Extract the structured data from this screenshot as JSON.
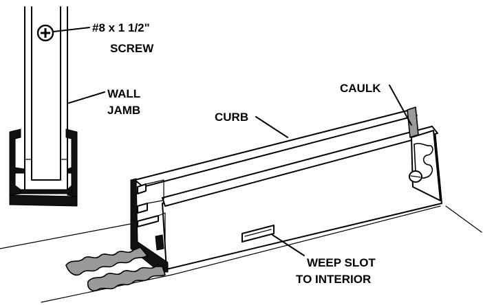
{
  "labels": {
    "screw_line1": "#8 x 1 1/2\"",
    "screw_line2": "SCREW",
    "wall_jamb_line1": "WALL",
    "wall_jamb_line2": "JAMB",
    "curb": "CURB",
    "caulk": "CAULK",
    "weep_slot_line1": "WEEP SLOT",
    "weep_slot_line2": "TO INTERIOR"
  },
  "icons": {
    "screw_head": "phillips-screw-head-icon"
  }
}
